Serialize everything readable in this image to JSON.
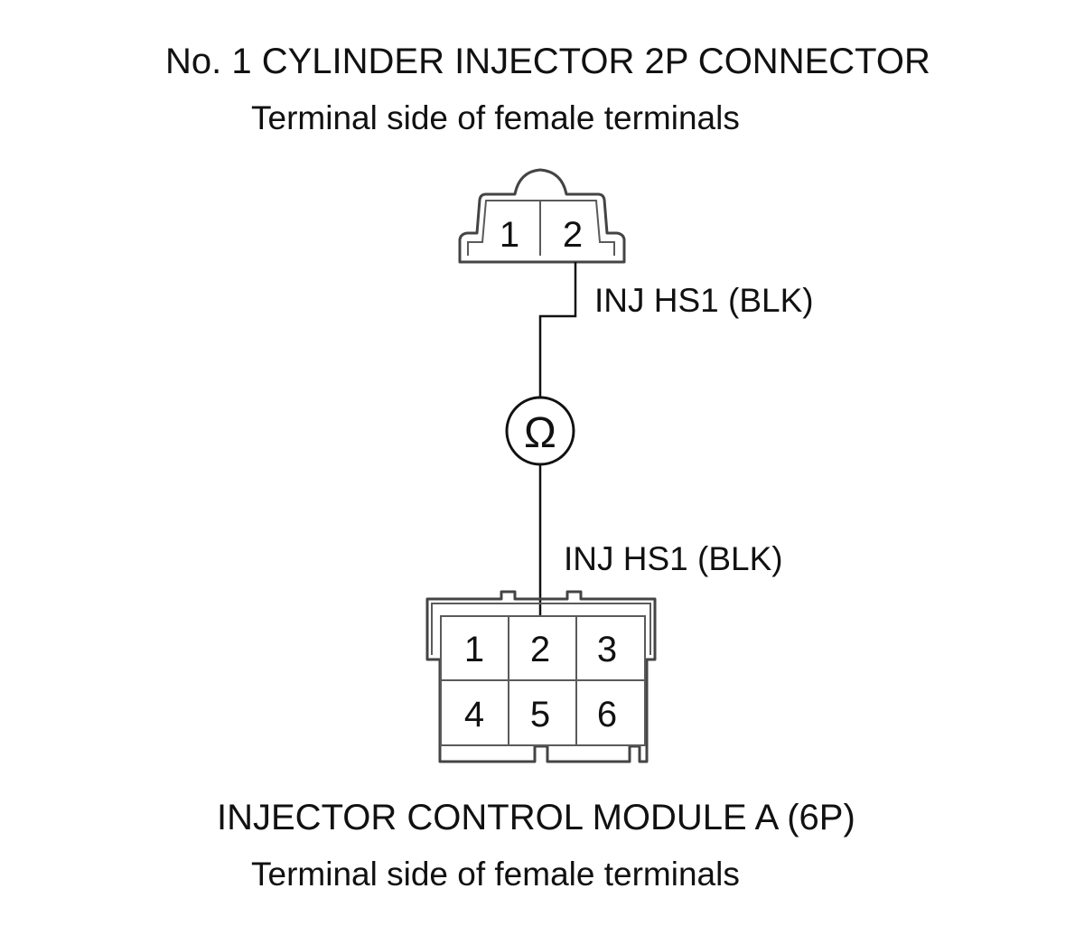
{
  "top_connector": {
    "title": "No. 1 CYLINDER INJECTOR 2P CONNECTOR",
    "subtitle": "Terminal side of female terminals",
    "pins": [
      "1",
      "2"
    ],
    "wire_label": "INJ HS1 (BLK)"
  },
  "meter": {
    "symbol": "Ω",
    "icon": "ohmmeter-icon"
  },
  "bottom_connector": {
    "wire_label": "INJ HS1 (BLK)",
    "pins_row1": [
      "1",
      "2",
      "3"
    ],
    "pins_row2": [
      "4",
      "5",
      "6"
    ],
    "title": "INJECTOR CONTROL MODULE A (6P)",
    "subtitle": "Terminal side of female terminals"
  }
}
